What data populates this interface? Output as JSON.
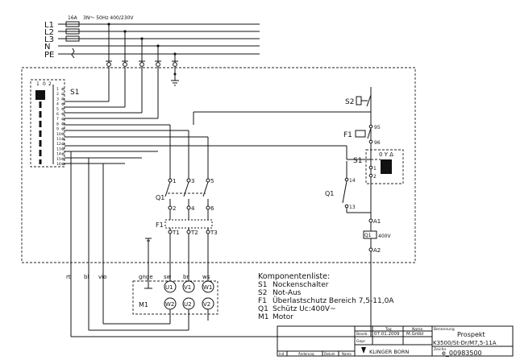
{
  "supply": {
    "lines": [
      "L1",
      "L2",
      "L3",
      "N",
      "PE"
    ],
    "fuse_rating": "16A",
    "network_spec": "3N～ 50Hz 400/230V"
  },
  "s1_main": {
    "label": "S1",
    "positions": [
      "1",
      "0",
      "2"
    ]
  },
  "s1_terminals": [
    "1",
    "2",
    "3",
    "4",
    "5",
    "6",
    "7",
    "8",
    "9",
    "10",
    "11",
    "12",
    "13",
    "14",
    "15",
    "16"
  ],
  "control": {
    "s2_label": "S2",
    "f1_label": "F1",
    "f1_contacts": [
      "95",
      "96"
    ],
    "s1_label": "S1",
    "s1_positions": "0 Y Δ",
    "s1_contacts": [
      "1",
      "2"
    ],
    "q1_label": "Q1",
    "q1_contacts": [
      "14",
      "13"
    ],
    "coil_terminals": [
      "A1",
      "A2"
    ],
    "coil_label": "Q1",
    "coil_voltage": "400V"
  },
  "power": {
    "q1_label": "Q1",
    "f1_label": "F1",
    "top_terminals": [
      "1",
      "3",
      "5"
    ],
    "mid_terminals": [
      "2",
      "4",
      "6"
    ],
    "f1_terminals": [
      "T1",
      "T2",
      "T3"
    ]
  },
  "wires": {
    "left_colors": [
      "rt",
      "bl",
      "vio"
    ],
    "motor_colors": [
      "gnge",
      "sw",
      "br",
      "ws"
    ]
  },
  "motor": {
    "label": "M1",
    "top_terminals": [
      "U1",
      "V1",
      "W1"
    ],
    "bottom_terminals": [
      "W2",
      "U2",
      "V2"
    ]
  },
  "components": {
    "title": "Komponentenliste:",
    "items": [
      {
        "ref": "S1",
        "desc": "Nockenschalter"
      },
      {
        "ref": "S2",
        "desc": "Not-Aus"
      },
      {
        "ref": "F1",
        "desc": "Überlastschutz Bereich 7,5-11,0A"
      },
      {
        "ref": "Q1",
        "desc": "Schütz Uc:400V~"
      },
      {
        "ref": "M1",
        "desc": "Motor"
      }
    ]
  },
  "title_block": {
    "col_tag": "Tag",
    "col_name": "Name",
    "row_bearb": "Bearb.",
    "row_gepr": "Gepr.",
    "date": "07.01.2009",
    "name": "M.Gröbl",
    "company": "KLINGER BORN",
    "benennung_label": "Benennung",
    "benennung": "Prospekt",
    "type_code": "K3500/St-Dr/M7,5-11A",
    "zeichn_label": "Zeichn.",
    "drawing_no": "e_00983500",
    "footer_index": "Ind",
    "footer_aenderung": "Änderung",
    "footer_datum": "Datum",
    "footer_name": "Name"
  }
}
